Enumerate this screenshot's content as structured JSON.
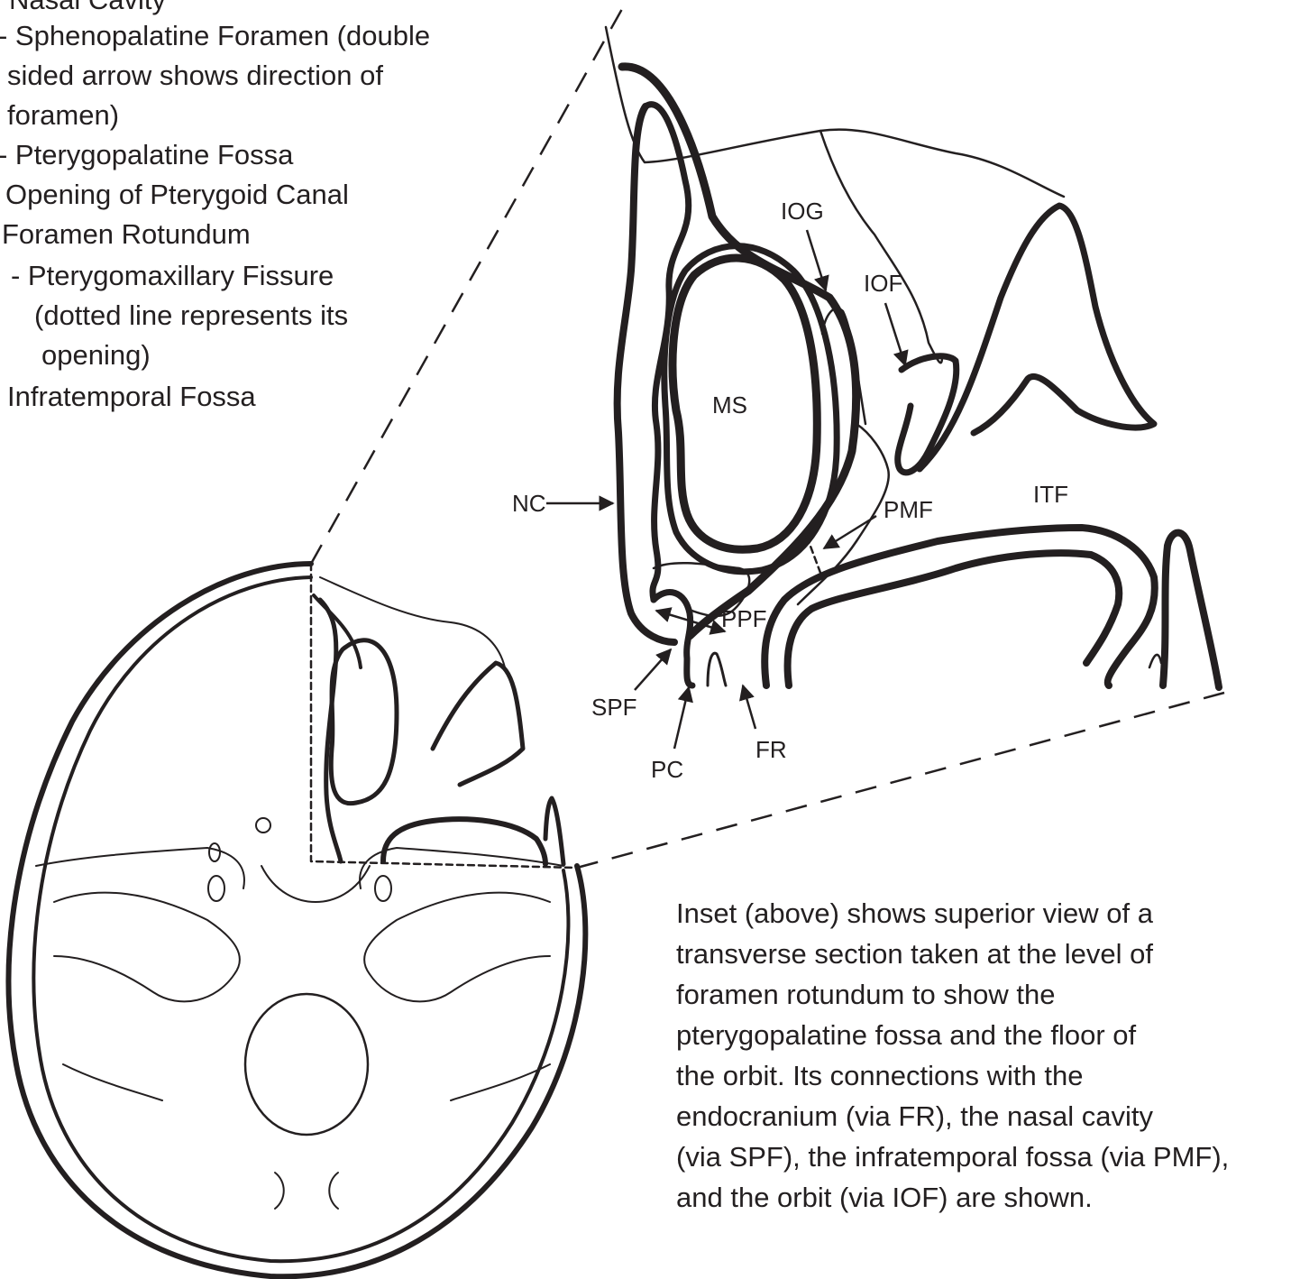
{
  "legend": {
    "lines": [
      "Nasal Cavity",
      "- Sphenopalatine Foramen (double",
      " sided arrow shows direction of",
      " foramen)",
      "- Pterygopalatine Fossa",
      "Opening of Pterygoid Canal",
      "Foramen Rotundum",
      "- Pterygomaxillary Fissure",
      "(dotted line represents its",
      "opening)",
      "Infratemporal Fossa"
    ]
  },
  "labels": {
    "ms": "MS",
    "iog": "IOG",
    "iof": "IOF",
    "itf": "ITF",
    "nc": "NC",
    "pmf": "PMF",
    "ppf": "PPF",
    "spf": "SPF",
    "pc": "PC",
    "fr": "FR"
  },
  "caption": {
    "lines": [
      "Inset (above) shows superior view of a",
      "transverse section taken at the level of",
      "foramen rotundum to show the",
      "pterygopalatine fossa and the floor of",
      "the orbit. Its connections with the",
      "endocranium (via FR), the nasal cavity",
      "(via SPF), the infratemporal fossa (via PMF),",
      "and the orbit (via IOF) are shown."
    ]
  },
  "colors": {
    "ink": "#231f20",
    "background": "#ffffff"
  }
}
